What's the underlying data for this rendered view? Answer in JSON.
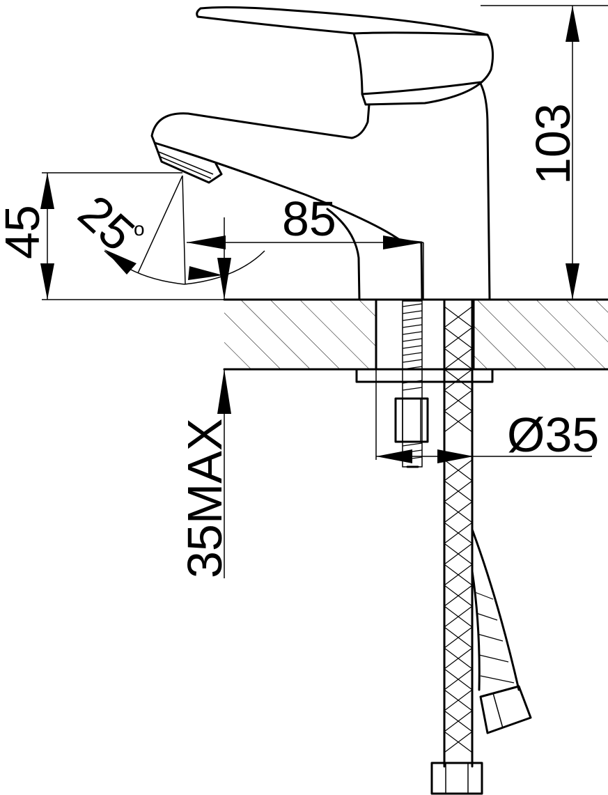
{
  "dimensions": {
    "height_total": "103",
    "spout_height": "45",
    "spout_reach": "85",
    "spout_angle": "25",
    "angle_degree_mark": "o",
    "hole_diameter": "Ø35",
    "max_countertop_thickness": "35MAX"
  }
}
